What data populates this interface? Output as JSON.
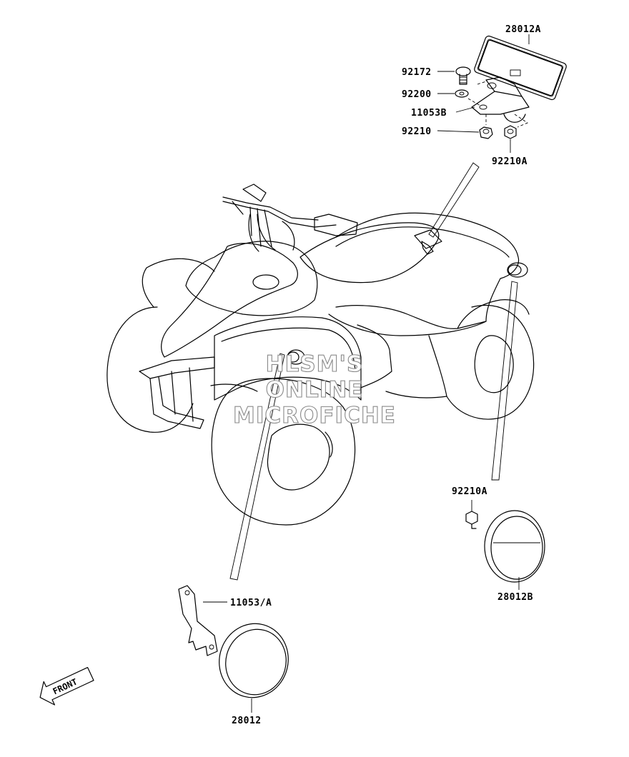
{
  "labels": {
    "p28012A": "28012A",
    "p92172": "92172",
    "p92200": "92200",
    "p11053B": "11053B",
    "p92210": "92210",
    "p92210A_top": "92210A",
    "p92210A_bottom": "92210A",
    "p28012B": "28012B",
    "p11053A": "11053/A",
    "p28012": "28012"
  },
  "front_arrow": "FRONT",
  "watermark": {
    "line1": "HLSM'S",
    "line2": "ONLINE",
    "line3": "MICROFICHE"
  }
}
